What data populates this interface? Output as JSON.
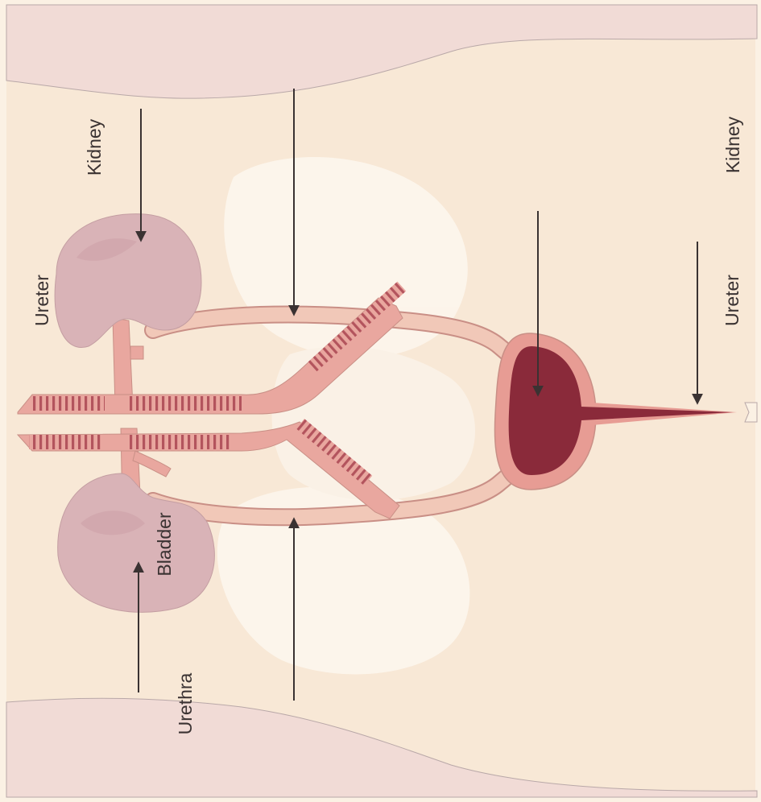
{
  "labels": {
    "kidney_top": "Kidney",
    "ureter_top": "Ureter",
    "bladder": "Bladder",
    "urethra": "Urethra",
    "kidney_bottom": "Kidney",
    "ureter_bottom": "Ureter"
  },
  "colors": {
    "background": "#f8e8d6",
    "body_outline_fill": "#f1dbd6",
    "kidney": "#d9b3b7",
    "vessel": "#e9a79f",
    "vessel_stripe": "#b3545d",
    "ureter": "#f1c8b8",
    "bladder_wall": "#e79c94",
    "bladder_inner": "#8a2a3a",
    "arrow": "#3a3232"
  }
}
